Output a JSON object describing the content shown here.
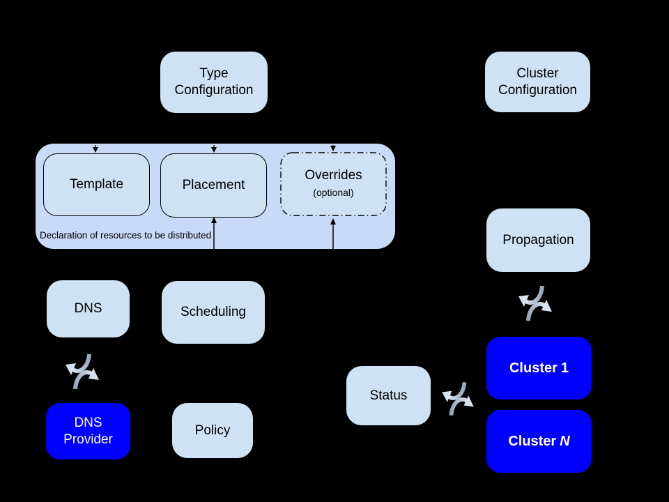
{
  "diagram": {
    "background": "#000000",
    "palette": {
      "light_box_fill": "#cfe2f3",
      "group_fill": "#c9daf8",
      "cluster_fill": "#0000ff",
      "text_dark": "#000000",
      "text_light": "#ffffff",
      "sync_icon_light": "#dce8f4",
      "sync_icon_dark": "#97a8bb"
    },
    "nodes": {
      "type_config": {
        "line1": "Type",
        "line2": "Configuration"
      },
      "cluster_config": {
        "line1": "Cluster",
        "line2": "Configuration"
      },
      "template": {
        "label": "Template"
      },
      "placement": {
        "label": "Placement"
      },
      "overrides": {
        "label": "Overrides",
        "note": "(optional)"
      },
      "propagation": {
        "label": "Propagation"
      },
      "dns": {
        "label": "DNS"
      },
      "scheduling": {
        "label": "Scheduling"
      },
      "dns_provider": {
        "line1": "DNS",
        "line2": "Provider"
      },
      "policy": {
        "label": "Policy"
      },
      "status": {
        "label": "Status"
      },
      "cluster_1": {
        "prefix": "Cluster",
        "id": "1"
      },
      "cluster_n": {
        "prefix": "Cluster",
        "id": "N"
      }
    },
    "group_caption": "Declaration of resources to be distributed",
    "icons": {
      "sync": "circular-sync-arrows-icon"
    }
  }
}
